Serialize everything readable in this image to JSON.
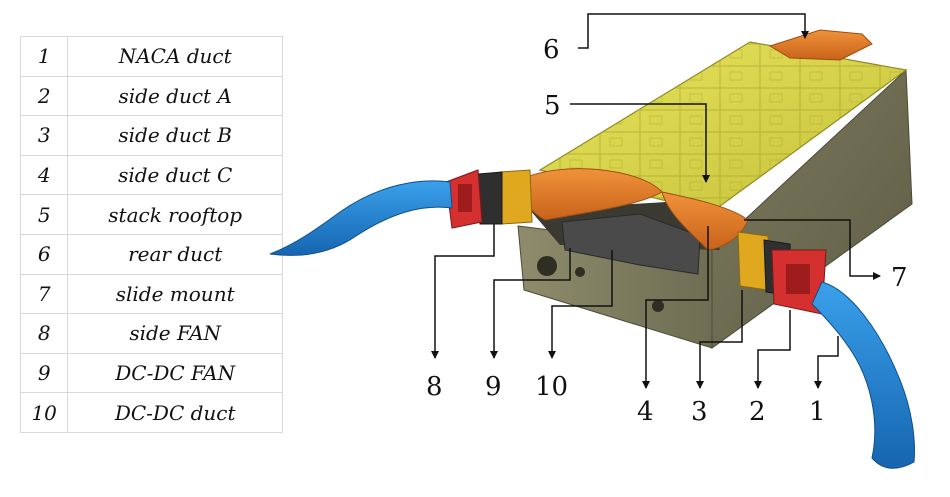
{
  "legend": [
    {
      "number": "1",
      "name": "NACA duct"
    },
    {
      "number": "2",
      "name": "side duct A"
    },
    {
      "number": "3",
      "name": "side duct B"
    },
    {
      "number": "4",
      "name": "side duct C"
    },
    {
      "number": "5",
      "name": "stack rooftop"
    },
    {
      "number": "6",
      "name": "rear duct"
    },
    {
      "number": "7",
      "name": "slide mount"
    },
    {
      "number": "8",
      "name": "side FAN"
    },
    {
      "number": "9",
      "name": "DC-DC FAN"
    },
    {
      "number": "10",
      "name": "DC-DC duct"
    }
  ],
  "callouts": {
    "c1": "1",
    "c2": "2",
    "c3": "3",
    "c4": "4",
    "c5": "5",
    "c6": "6",
    "c7": "7",
    "c8": "8",
    "c9": "9",
    "c10": "10"
  },
  "colors": {
    "yellow_stack": "#d9d64a",
    "orange_duct": "#e07a25",
    "blue_duct": "#1f7fd0",
    "red_fan": "#d52b2b",
    "box_panel": "#8c8a6a",
    "dark_fan": "#2e2e2e"
  }
}
